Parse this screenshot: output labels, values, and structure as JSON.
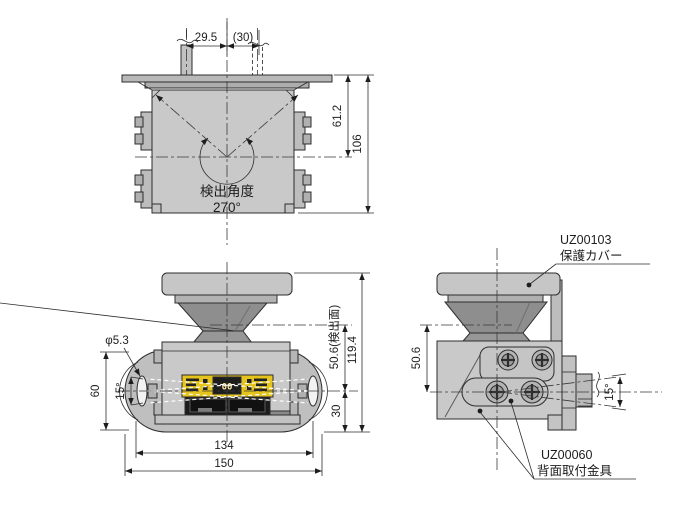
{
  "views": {
    "top": {
      "dims": {
        "cable_offset": "29.5",
        "cable_ref": "(30)",
        "upper_height": "61.2",
        "total_height": "106"
      },
      "angle_label": "検出角度",
      "angle_value": "270°"
    },
    "front": {
      "dims": {
        "hole_dia": "φ5.3",
        "bracket_height": "60",
        "beam_angle": "15°",
        "hole_span": "134",
        "bracket_width": "150",
        "lower_height": "30",
        "detect_height": "50.6(検出面)",
        "total_height": "119.4"
      },
      "display_value": "00"
    },
    "side": {
      "dims": {
        "detect_height": "50.6",
        "beam_angle": "15°"
      },
      "cover": {
        "part_no": "UZ00103",
        "name": "保護カバー"
      },
      "bracket": {
        "part_no": "UZ00060",
        "name": "背面取付金具"
      }
    }
  },
  "colors": {
    "body_gray": "#c9c9c9",
    "funnel_gray": "#8e8e8e",
    "panel_yellow": "#e6c41e",
    "panel_black": "#1c1c1c"
  }
}
